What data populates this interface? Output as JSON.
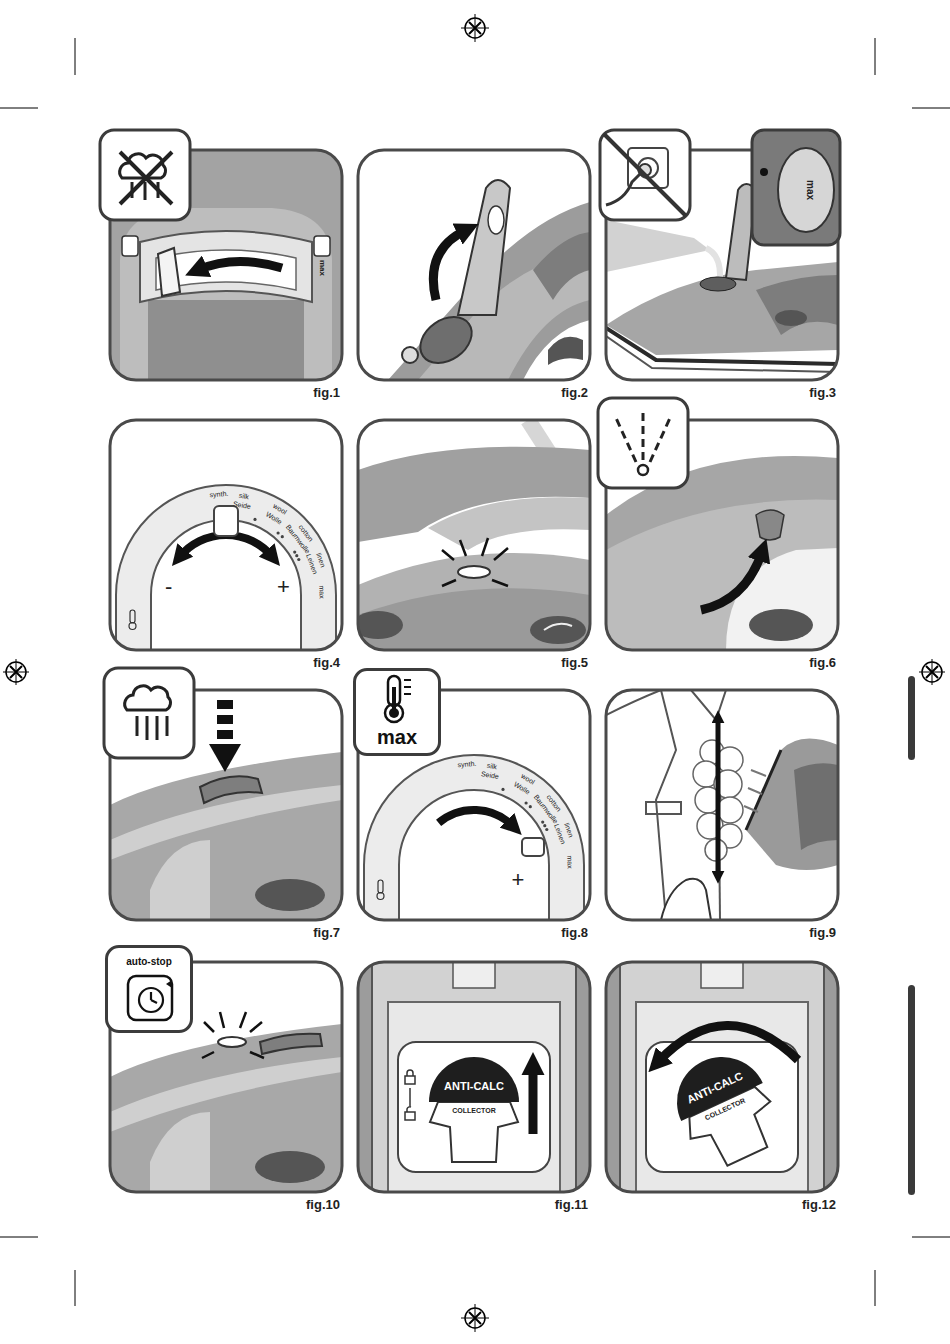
{
  "diagram": {
    "nodes": [
      {
        "text": [
          "fig.1"
        ]
      },
      {
        "text": [
          "fig.2"
        ]
      },
      {
        "text": [
          "fig.3"
        ]
      },
      {
        "text": [
          "fig.4"
        ]
      },
      {
        "text": [
          "fig.5"
        ]
      },
      {
        "text": [
          "fig.6"
        ]
      },
      {
        "text": [
          "fig.7"
        ]
      },
      {
        "text": [
          "fig.8"
        ]
      },
      {
        "text": [
          "max"
        ],
        "in": 7
      },
      {
        "text": [
          "fig.9"
        ]
      },
      {
        "text": [
          "fig.10"
        ]
      },
      {
        "text": [
          "auto-stop"
        ],
        "in": 10
      },
      {
        "text": [
          "fig.11"
        ]
      },
      {
        "text": [
          "fig.12"
        ]
      }
    ],
    "labels": [
      "max",
      "max",
      "synth.",
      "silk",
      "Seide",
      "wool",
      "Wolle",
      "cotton",
      "Baumwolle",
      "linen",
      "Leinen",
      "max",
      "-",
      "+",
      "synth.",
      "silk",
      "Seide",
      "wool",
      "Wolle",
      "cotton",
      "Baumwolle",
      "linen",
      "Leinen",
      "max",
      "+",
      "ANTI-CALC",
      "COLLECTOR",
      "ANTI-CALC",
      "COLLECTOR"
    ]
  }
}
